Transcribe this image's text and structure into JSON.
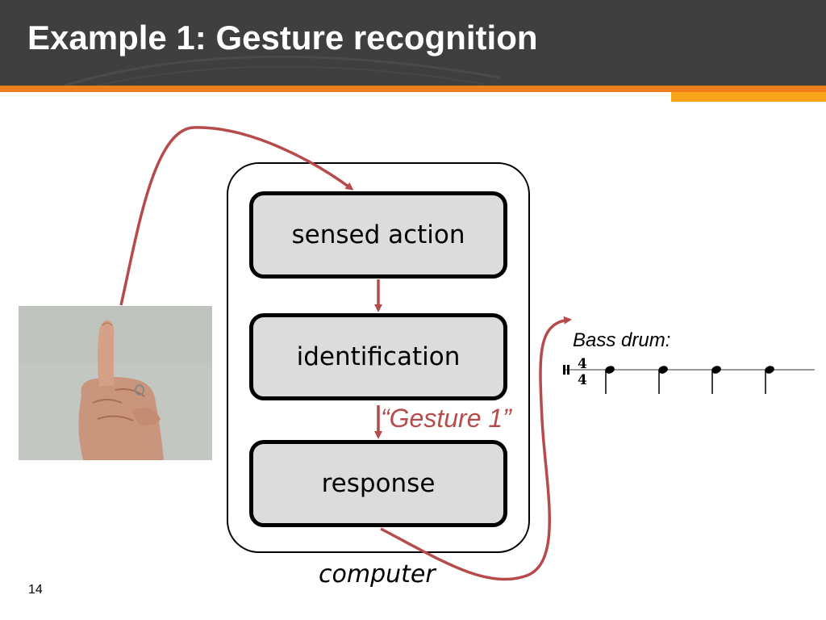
{
  "slide": {
    "title": "Example 1: Gesture recognition",
    "page_number": "14"
  },
  "diagram": {
    "container_label": "computer",
    "stages": [
      {
        "label": "sensed action"
      },
      {
        "label": "identification"
      },
      {
        "label": "response"
      }
    ],
    "gesture_output": "“Gesture 1”",
    "output_label": "Bass drum:",
    "time_signature": {
      "top": "4",
      "bottom": "4"
    },
    "note_count": 4
  },
  "colors": {
    "header": "#3f3f40",
    "accent_orange": "#f07d1c",
    "accent_light": "#f9a31b",
    "arrow": "#b74b4b",
    "stage_fill": "#dcdcdc"
  },
  "icons": {
    "hand": "raised-index-finger-photo"
  }
}
